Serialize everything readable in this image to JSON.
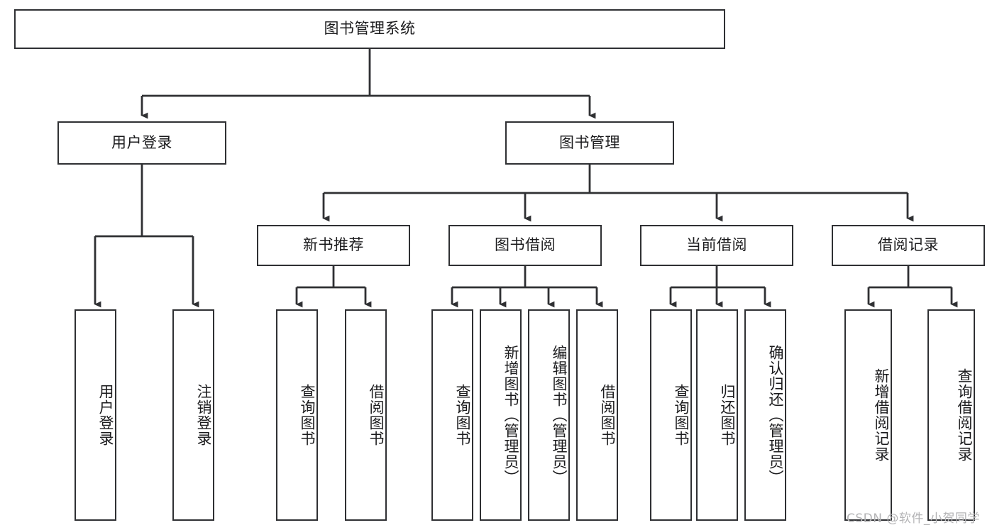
{
  "diagram": {
    "type": "tree",
    "title": "图书管理系统",
    "orientation": "top-down",
    "colors": {
      "stroke": "#2f3033",
      "fill": "#ffffff",
      "text": "#1b1b1d",
      "watermark": "#b4b4b6"
    },
    "root": {
      "label": "图书管理系统"
    },
    "level1": [
      {
        "label": "用户登录"
      },
      {
        "label": "图书管理"
      }
    ],
    "level2": [
      {
        "label": "新书推荐"
      },
      {
        "label": "图书借阅"
      },
      {
        "label": "当前借阅"
      },
      {
        "label": "借阅记录"
      }
    ],
    "leaves": {
      "user_login": [
        {
          "label": "用户登录"
        },
        {
          "label": "注销登录"
        }
      ],
      "new_book": [
        {
          "label": "查询图书"
        },
        {
          "label": "借阅图书"
        }
      ],
      "book_borrow": [
        {
          "label": "查询图书"
        },
        {
          "label": "新增图书（管理员）"
        },
        {
          "label": "编辑图书（管理员）"
        },
        {
          "label": "借阅图书"
        }
      ],
      "current_borrow": [
        {
          "label": "查询图书"
        },
        {
          "label": "归还图书"
        },
        {
          "label": "确认归还（管理员）"
        }
      ],
      "borrow_record": [
        {
          "label": "新增借阅记录"
        },
        {
          "label": "查询借阅记录"
        }
      ]
    }
  },
  "watermark": {
    "text": "CSDN @软件_小贺同学"
  }
}
